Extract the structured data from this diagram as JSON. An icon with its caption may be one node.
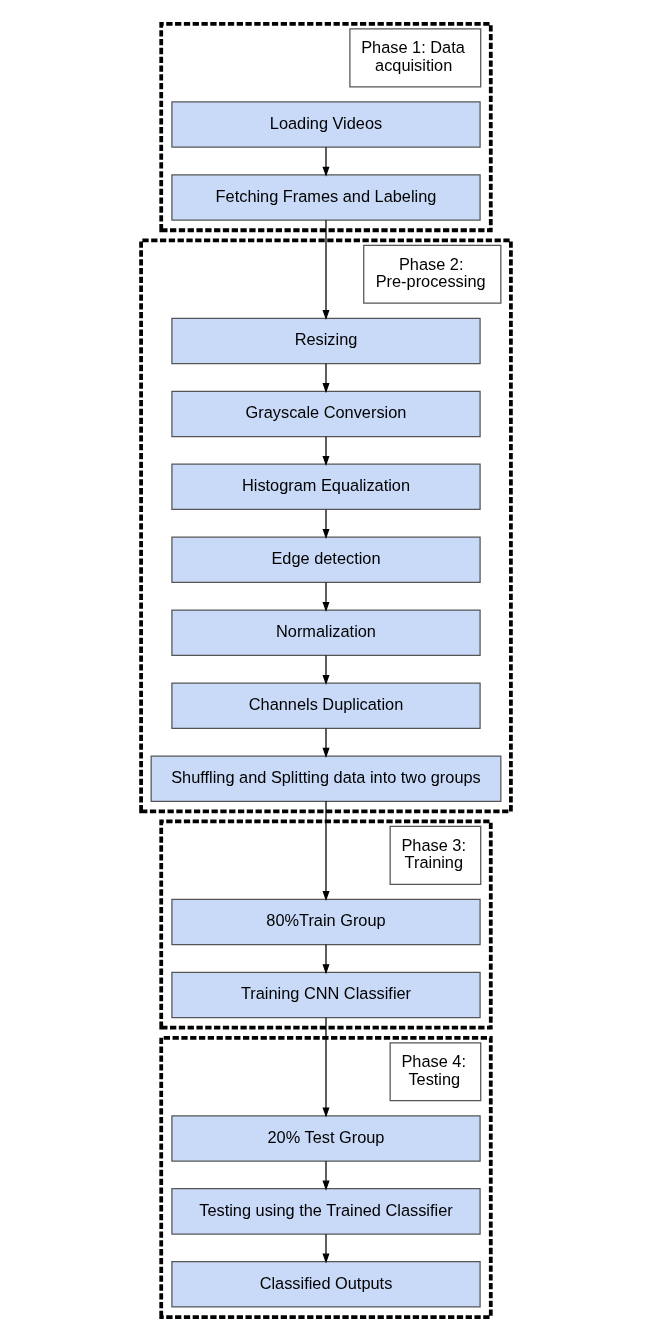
{
  "diagram": {
    "nodes": [
      {
        "text": [
          "Phase 1: Data acquisition"
        ]
      },
      {
        "text": [
          "Loading Videos"
        ],
        "in": 0
      },
      {
        "text": [
          "Fetching Frames and Labeling"
        ],
        "in": 0
      },
      {
        "text": [
          "Phase 2: Pre-processing"
        ]
      },
      {
        "text": [
          "Resizing"
        ],
        "in": 3
      },
      {
        "text": [
          "Grayscale Conversion"
        ],
        "in": 3
      },
      {
        "text": [
          "Histogram Equalization"
        ],
        "in": 3
      },
      {
        "text": [
          "Edge detection"
        ],
        "in": 3
      },
      {
        "text": [
          "Normalization"
        ],
        "in": 3
      },
      {
        "text": [
          "Channels Duplication"
        ],
        "in": 3
      },
      {
        "text": [
          "Shuffling and Splitting data into two groups"
        ],
        "in": 3
      },
      {
        "text": [
          "Phase 3: Training"
        ]
      },
      {
        "text": [
          "80%Train Group"
        ],
        "in": 11
      },
      {
        "text": [
          "Training CNN Classifier"
        ],
        "in": 11
      },
      {
        "text": [
          "Phase 4: Testing"
        ]
      },
      {
        "text": [
          "20% Test Group"
        ],
        "in": 14
      },
      {
        "text": [
          "Testing using the Trained Classifier"
        ],
        "in": 14
      },
      {
        "text": [
          "Classified Outputs"
        ],
        "in": 14
      }
    ],
    "edges": [
      {
        "from": 1,
        "to": 2,
        "arrow": "to"
      },
      {
        "from": 2,
        "to": 4,
        "arrow": "to"
      },
      {
        "from": 4,
        "to": 5,
        "arrow": "to"
      },
      {
        "from": 5,
        "to": 6,
        "arrow": "to"
      },
      {
        "from": 6,
        "to": 7,
        "arrow": "to"
      },
      {
        "from": 7,
        "to": 8,
        "arrow": "to"
      },
      {
        "from": 8,
        "to": 9,
        "arrow": "to"
      },
      {
        "from": 9,
        "to": 10,
        "arrow": "to"
      },
      {
        "from": 10,
        "to": 12,
        "arrow": "to"
      },
      {
        "from": 12,
        "to": 13,
        "arrow": "to"
      },
      {
        "from": 13,
        "to": 15,
        "arrow": "to"
      },
      {
        "from": 15,
        "to": 16,
        "arrow": "to"
      },
      {
        "from": 16,
        "to": 17,
        "arrow": "to"
      }
    ]
  }
}
